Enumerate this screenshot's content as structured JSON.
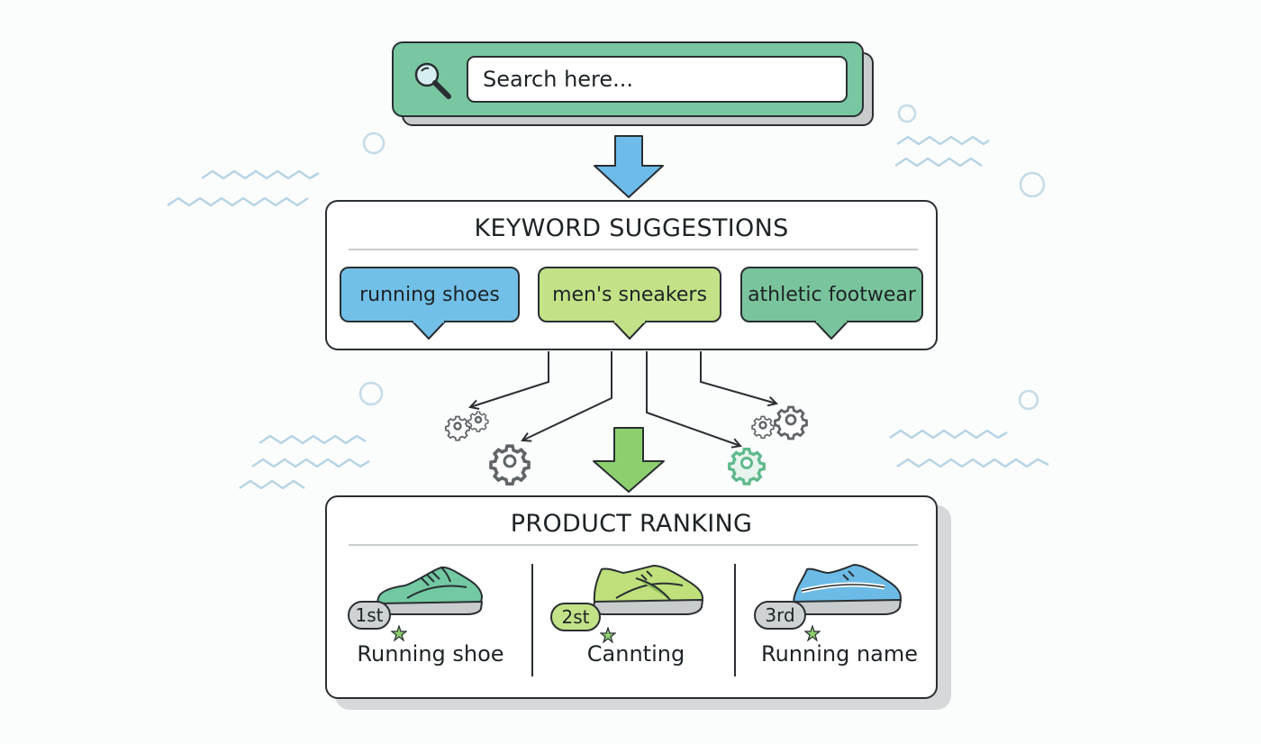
{
  "search": {
    "placeholder": "Search here..."
  },
  "suggestions": {
    "title": "KEYWORD SUGGESTIONS",
    "items": [
      {
        "label": "running shoes",
        "color": "#72c0e8"
      },
      {
        "label": "men's sneakers",
        "color": "#c3e287"
      },
      {
        "label": "athletic footwear",
        "color": "#79c49c"
      }
    ]
  },
  "ranking": {
    "title": "PRODUCT RANKING",
    "items": [
      {
        "rank": "1st",
        "name": "Running shoe",
        "badge_color": "#cfd2d4",
        "shoe_color": "#72c9a2"
      },
      {
        "rank": "2st",
        "name": "Cannting",
        "badge_color": "#c3e287",
        "shoe_color": "#bfe07a"
      },
      {
        "rank": "3rd",
        "name": "Running name",
        "badge_color": "#cfd2d4",
        "shoe_color": "#6cbbe6"
      }
    ]
  },
  "colors": {
    "arrow_blue": "#6cbbea",
    "arrow_green": "#8dcf6e",
    "gear_gray": "#5f6467",
    "gear_green": "#5fb98c",
    "wave": "#b6d4e6",
    "star": "#8dcf6e"
  }
}
